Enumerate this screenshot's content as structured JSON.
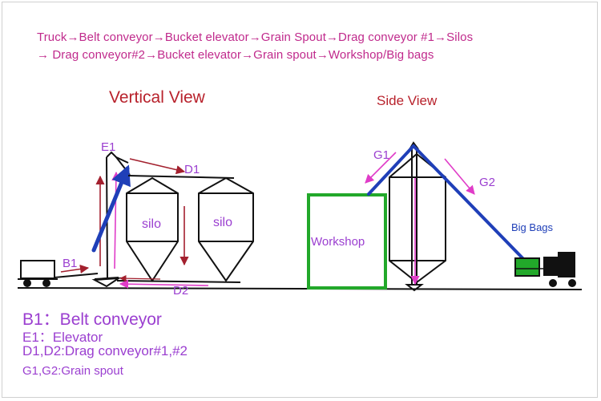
{
  "flow": {
    "line1": "Truck→Belt conveyor→Bucket elevator→Grain Spout→Drag conveyor #1→Silos",
    "line2": "→ Drag conveyor#2→Bucket elevator→Grain spout→Workshop/Big bags"
  },
  "views": {
    "vertical": "Vertical View",
    "side": "Side View"
  },
  "labels": {
    "e1": "E1",
    "d1": "D1",
    "d2": "D2",
    "b1": "B1",
    "silo1": "silo",
    "silo2": "silo",
    "g1": "G1",
    "g2": "G2",
    "workshop": "Workshop",
    "big_bags": "Big Bags"
  },
  "legend": {
    "b1": "B1：Belt conveyor",
    "e1": "E1：Elevator",
    "d": "D1,D2:Drag conveyor#1,#2",
    "g": "G1,G2:Grain spout"
  },
  "colors": {
    "flow_text": "#c02a8c",
    "view_title": "#b8222c",
    "arrow_red": "#a3202e",
    "arrow_pink": "#e03cc8",
    "spout_blue": "#1f3fb8",
    "workshop_green": "#22a82a",
    "legend": "#9b3fd0"
  }
}
